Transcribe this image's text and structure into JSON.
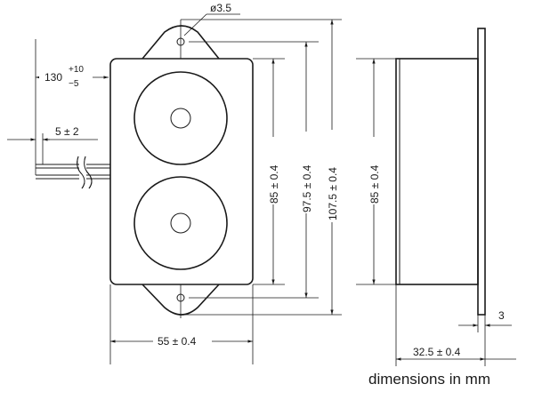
{
  "labels": {
    "hole_diameter": "ø3.5",
    "cable_length_base": "130",
    "cable_length_plus": "+10",
    "cable_length_minus": "−5",
    "stripped_length": "5 ± 2",
    "height_inner": "85 ± 0.4",
    "height_mid": "97.5 ± 0.4",
    "height_outer": "107.5 ± 0.4",
    "width_front": "55 ± 0.4",
    "height_side": "85 ± 0.4",
    "flange_thickness": "3",
    "depth_side": "32.5 ± 0.4",
    "caption": "dimensions in mm"
  }
}
